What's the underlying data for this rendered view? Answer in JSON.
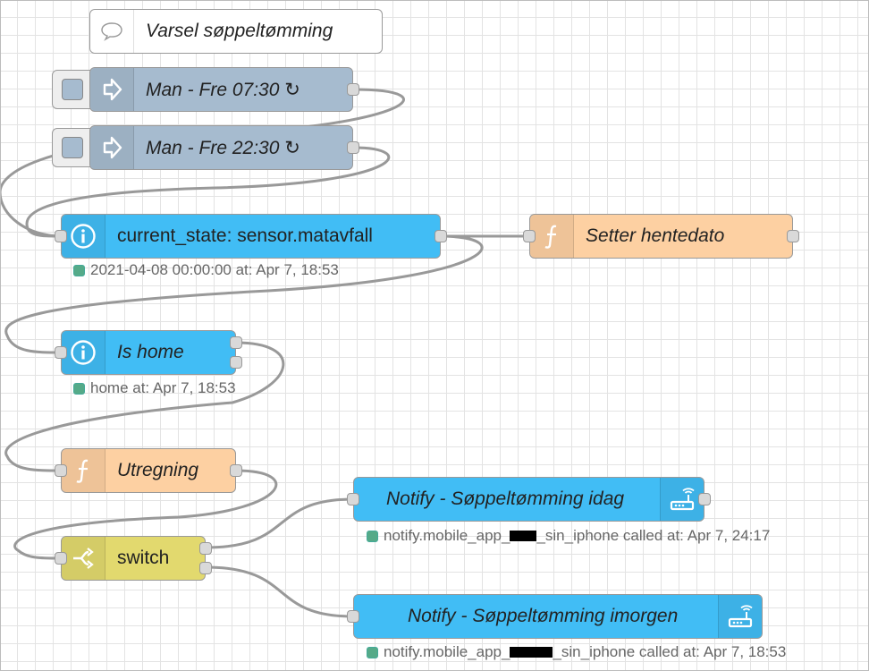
{
  "colors": {
    "inject": "#a6bbcf",
    "ha_blue": "#41bdf5",
    "function": "#fdd0a2",
    "switch": "#e2d96e",
    "status_green": "#5a8"
  },
  "comment": {
    "label": "Varsel søppeltømming",
    "icon": "comment-icon"
  },
  "inject_nodes": [
    {
      "label": "Man - Fre 07:30 ↻",
      "icon": "arrow-right-icon"
    },
    {
      "label": "Man - Fre 22:30 ↻",
      "icon": "arrow-right-icon"
    }
  ],
  "current_state": {
    "label": "current_state: sensor.matavfall",
    "icon": "info-icon",
    "status": "2021-04-08 00:00:00 at: Apr 7, 18:53"
  },
  "setter": {
    "label": "Setter hentedato",
    "icon": "function-icon"
  },
  "is_home": {
    "label": "Is home",
    "icon": "info-icon",
    "status": "home at: Apr 7, 18:53"
  },
  "utregning": {
    "label": "Utregning",
    "icon": "function-icon"
  },
  "switch_node": {
    "label": "switch",
    "icon": "switch-icon"
  },
  "notify_idag": {
    "label": "Notify - Søppeltømming idag",
    "icon": "router-icon",
    "status_pre": "notify.mobile_app_",
    "status_post": "_sin_iphone called at: Apr 7, 24:17"
  },
  "notify_imorgen": {
    "label": "Notify - Søppeltømming imorgen",
    "icon": "router-icon",
    "status_pre": "notify.mobile_app_",
    "status_post": "_sin_iphone called at: Apr 7, 18:53"
  }
}
